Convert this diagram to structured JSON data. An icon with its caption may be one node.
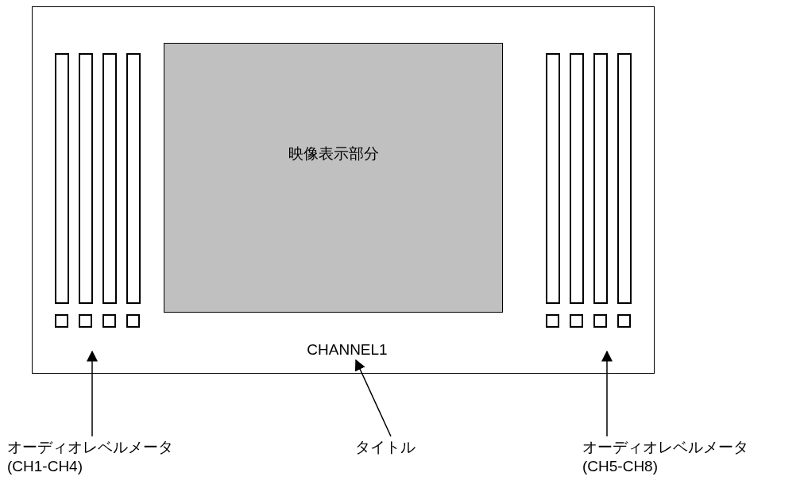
{
  "diagram": {
    "nodes": [
      {
        "text": [],
        "shape": "box"
      },
      {
        "text": [
          "映像表示部分"
        ],
        "in": 0
      },
      {
        "text": [
          "CHANNEL1"
        ],
        "in": 0
      },
      {
        "text": [
          "オーディオレベルメータ (CH1-CH4)"
        ]
      },
      {
        "text": [
          "タイトル"
        ]
      },
      {
        "text": [
          "オーディオレベルメータ (CH5-CH8)"
        ]
      }
    ],
    "edges": [
      {
        "from": 3,
        "to": null,
        "arrow": "to"
      },
      {
        "from": 4,
        "to": 2,
        "arrow": "to"
      },
      {
        "from": 5,
        "to": null,
        "arrow": "to"
      }
    ]
  }
}
